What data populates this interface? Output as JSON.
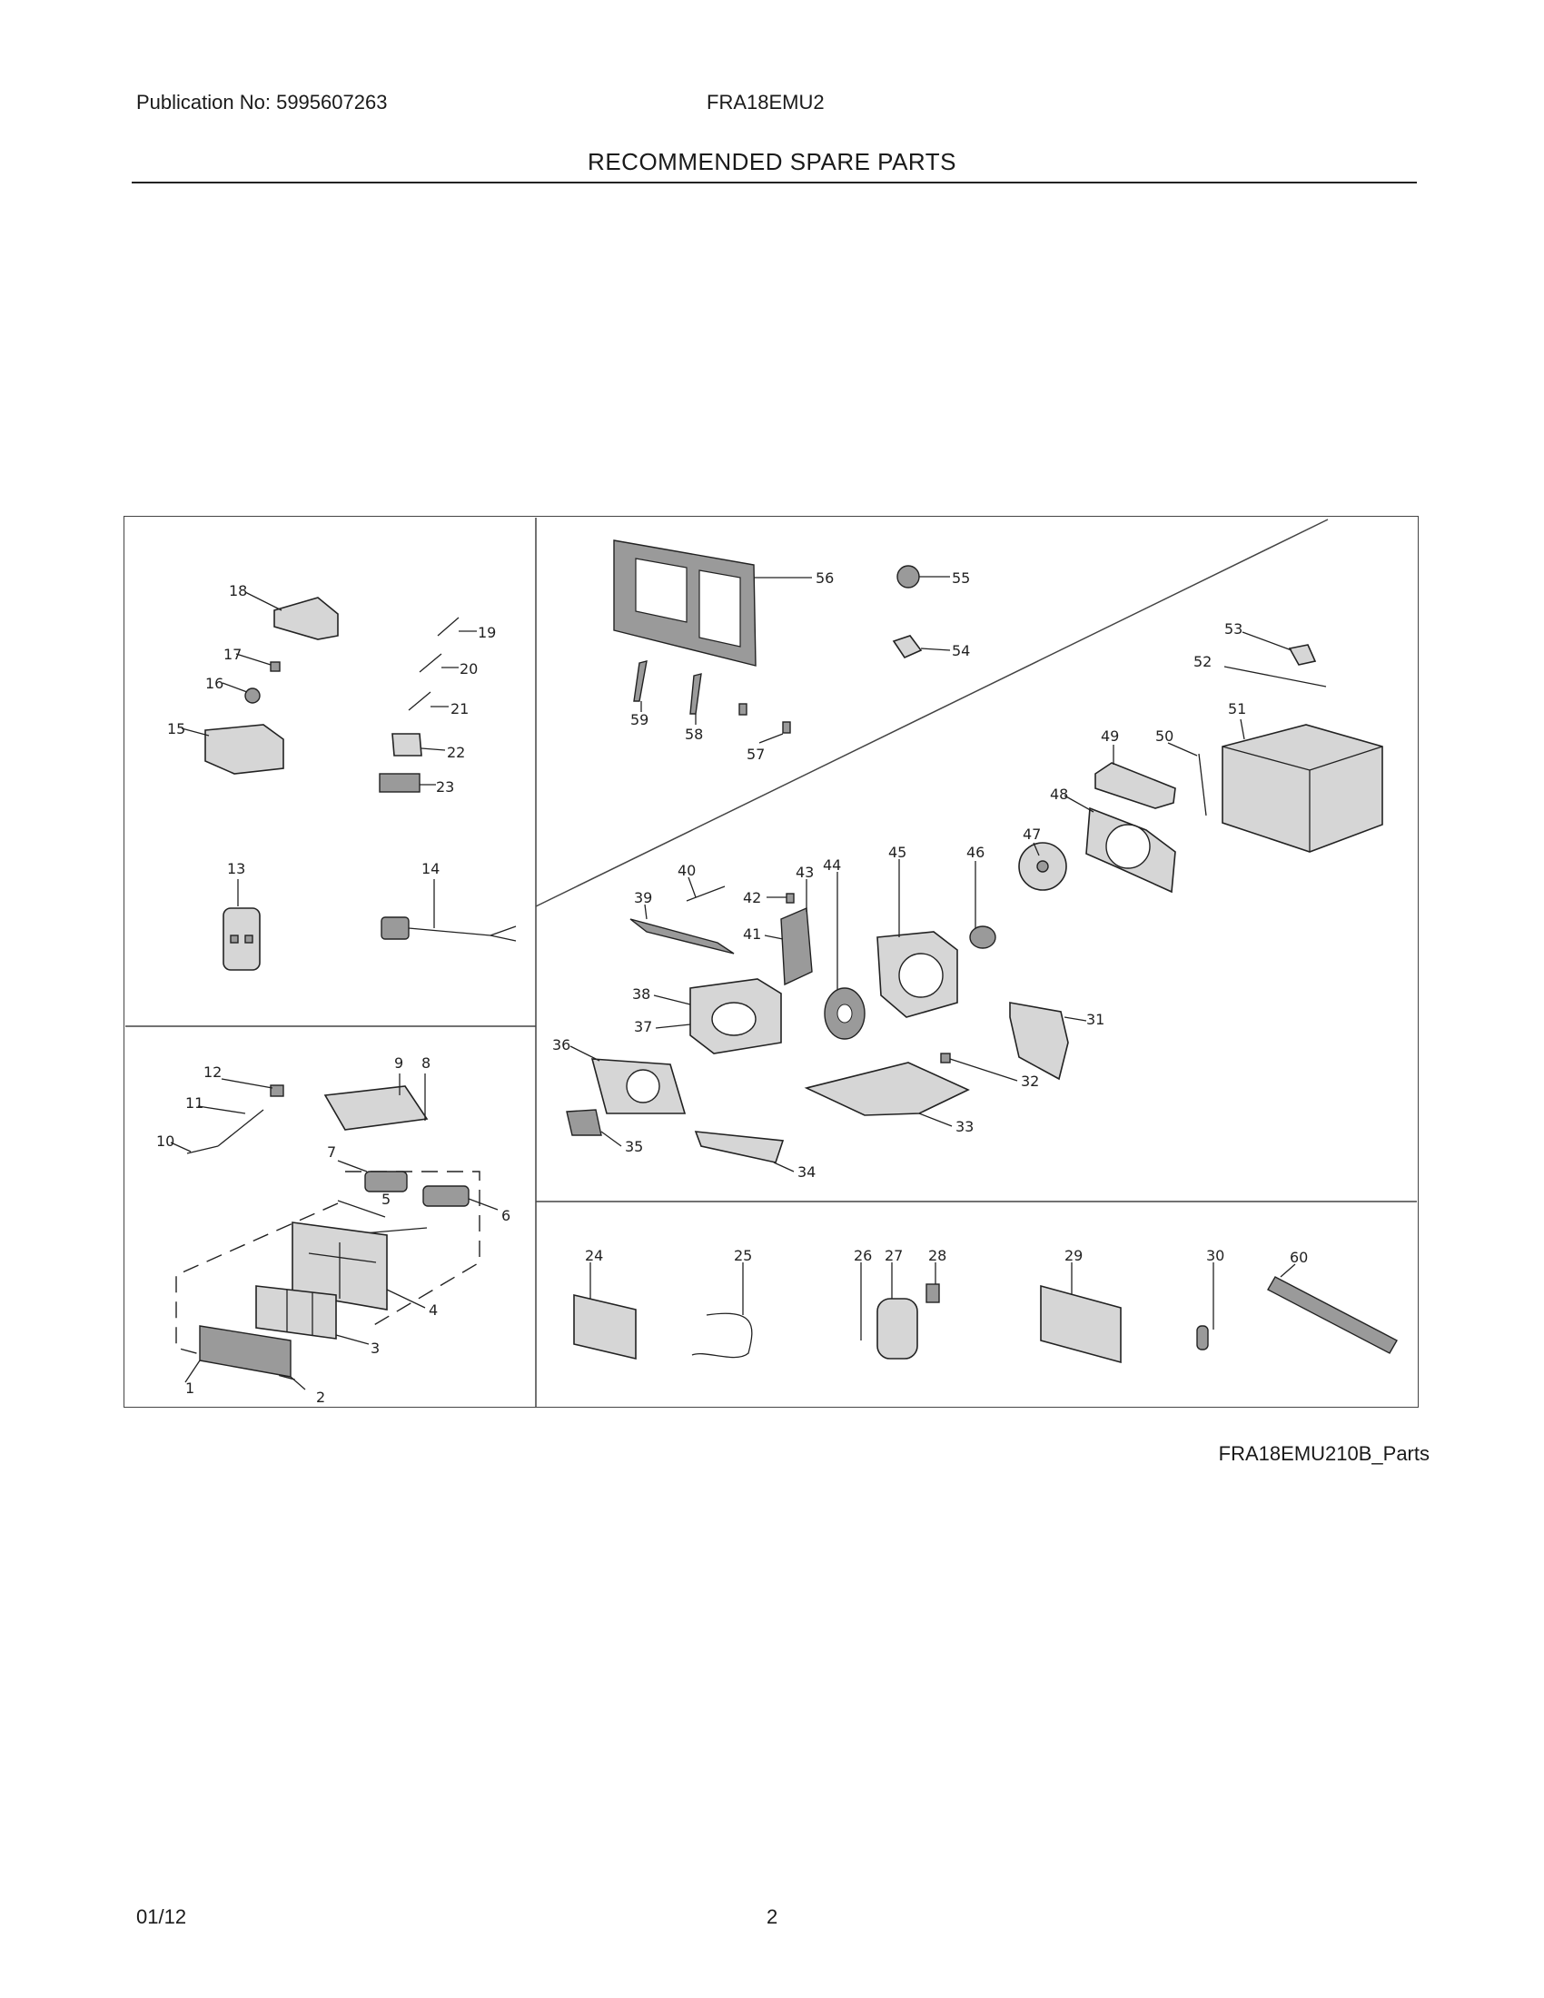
{
  "header": {
    "publication": "Publication No: 5995607263",
    "model": "FRA18EMU2",
    "title": "RECOMMENDED SPARE PARTS"
  },
  "diagram": {
    "caption": "FRA18EMU210B_Parts",
    "part_numbers": [
      "1",
      "2",
      "3",
      "4",
      "5",
      "6",
      "7",
      "8",
      "9",
      "10",
      "11",
      "12",
      "13",
      "14",
      "15",
      "16",
      "17",
      "18",
      "19",
      "20",
      "21",
      "22",
      "23",
      "24",
      "25",
      "26",
      "27",
      "28",
      "29",
      "30",
      "31",
      "32",
      "33",
      "34",
      "35",
      "36",
      "37",
      "38",
      "39",
      "40",
      "41",
      "42",
      "43",
      "44",
      "45",
      "46",
      "47",
      "48",
      "49",
      "50",
      "51",
      "52",
      "53",
      "54",
      "55",
      "56",
      "57",
      "58",
      "59",
      "60"
    ]
  },
  "footer": {
    "date": "01/12",
    "page": "2"
  }
}
